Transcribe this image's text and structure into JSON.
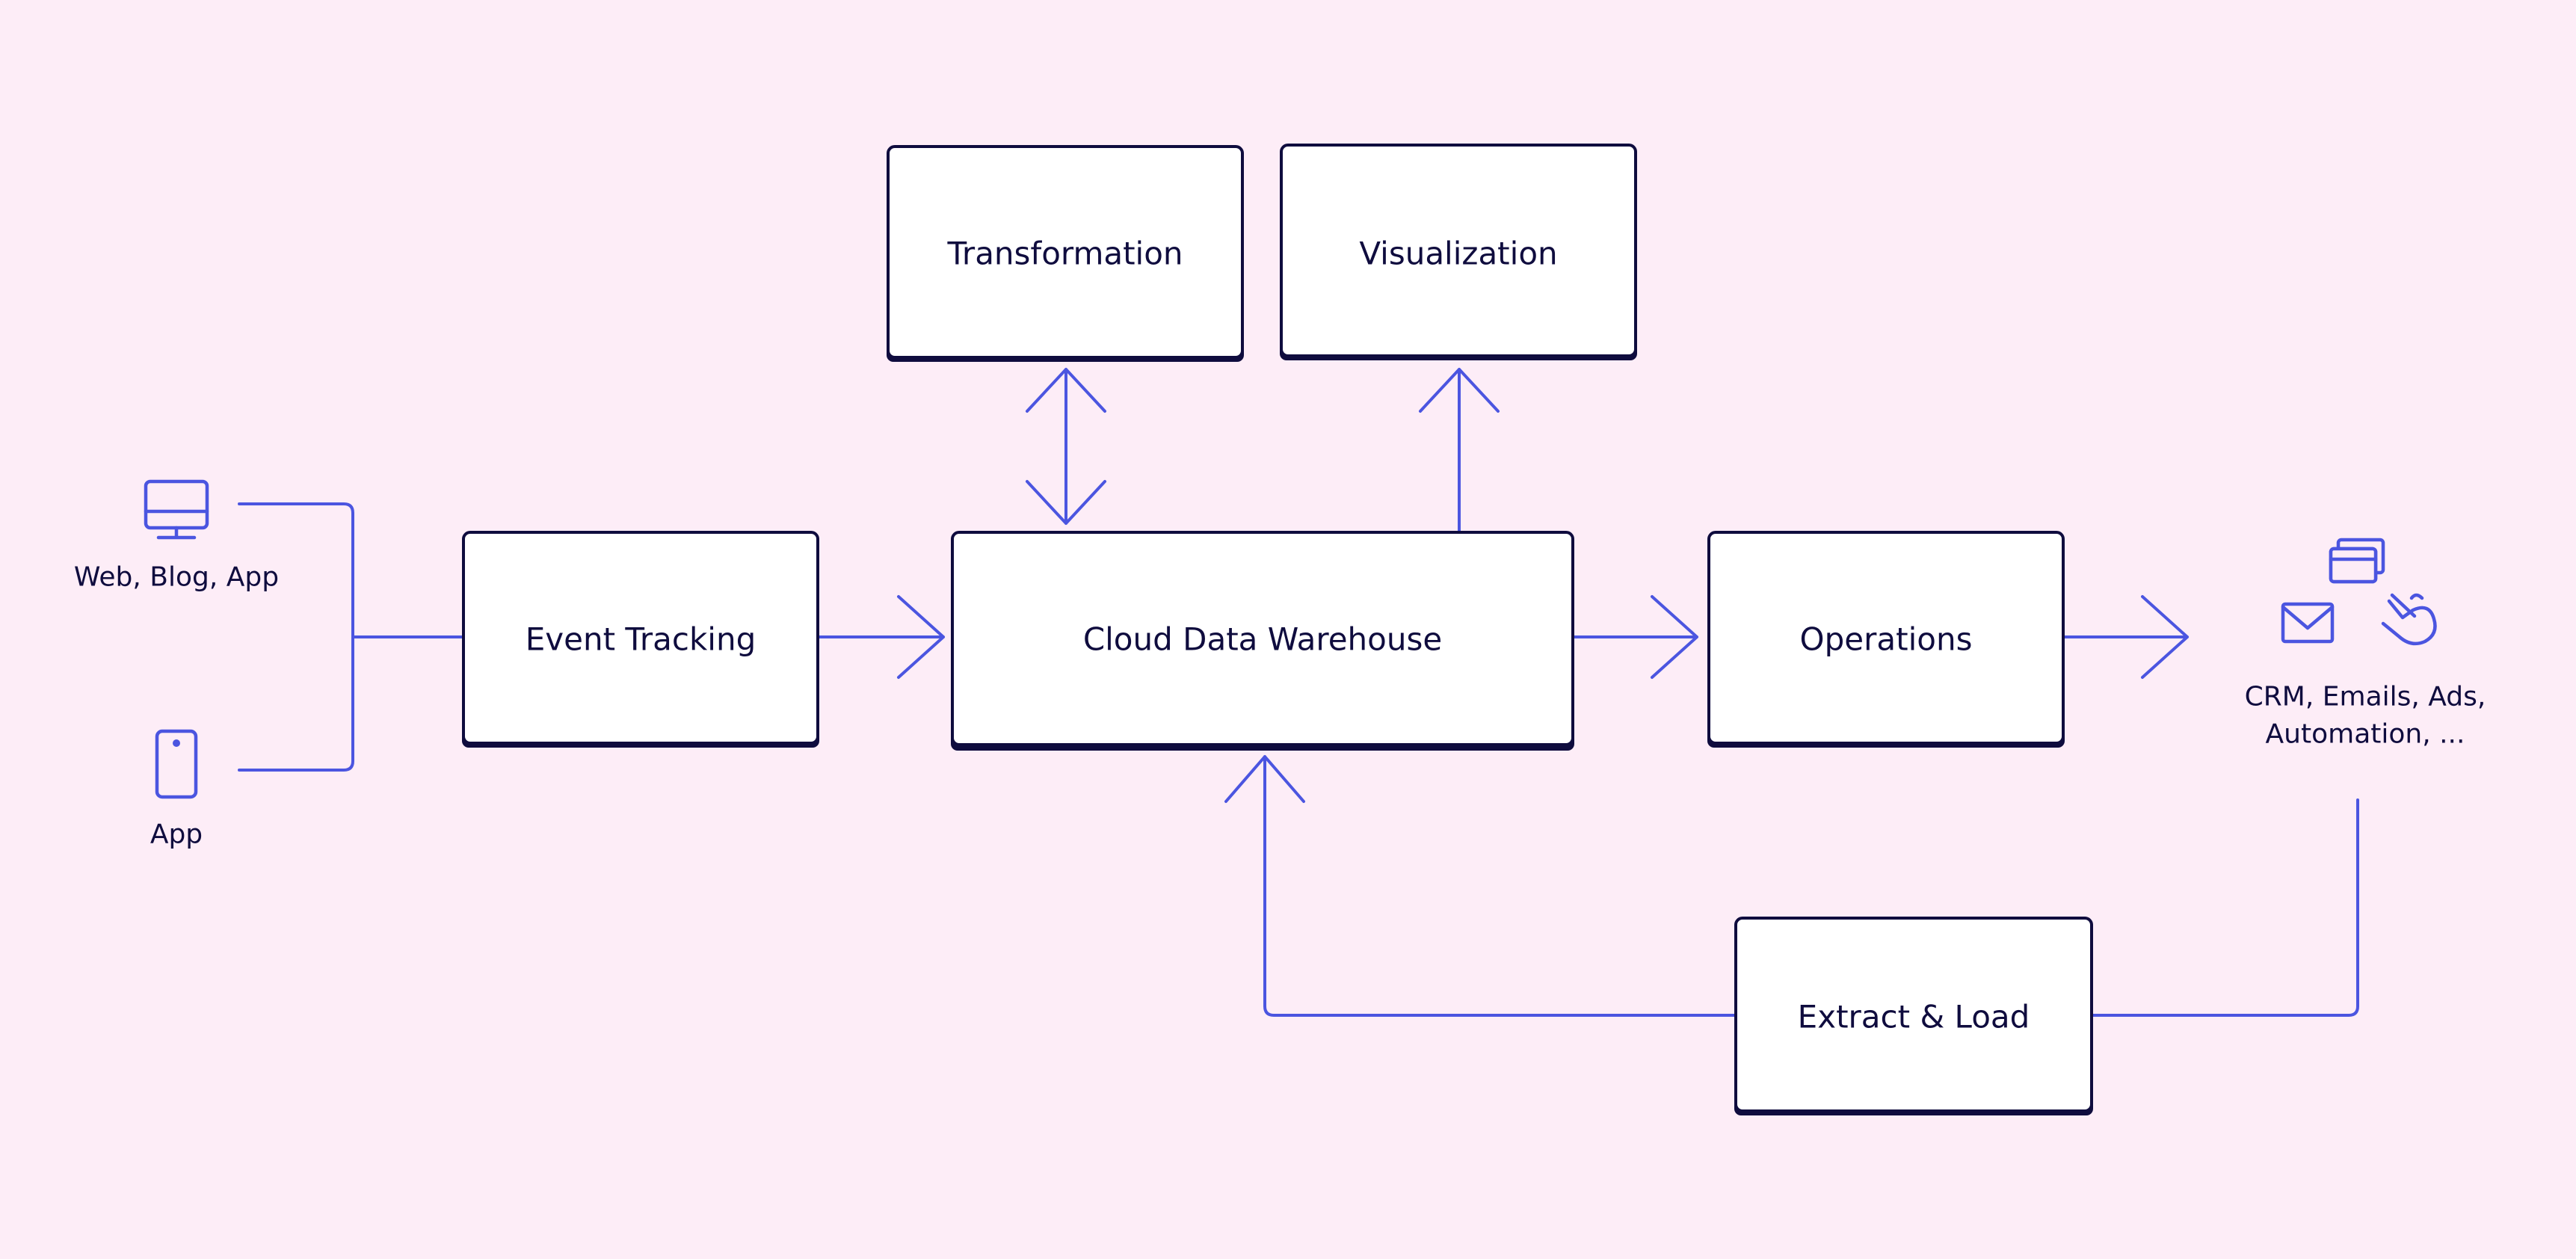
{
  "boxes": {
    "transformation": "Transformation",
    "visualization": "Visualization",
    "event_tracking": "Event Tracking",
    "cloud_data_warehouse": "Cloud Data Warehouse",
    "operations": "Operations",
    "extract_load": "Extract & Load"
  },
  "sources": {
    "web": "Web, Blog, App",
    "app": "App"
  },
  "destinations": {
    "line1": "CRM, Emails, Ads,",
    "line2": "Automation, ..."
  },
  "colors": {
    "background": "#FDEDF7",
    "box_border": "#0F0C3E",
    "connector": "#4B55E0",
    "text": "#0F0C3E"
  },
  "icons": {
    "web": "desktop-monitor-icon",
    "app": "smartphone-icon",
    "windows": "stacked-windows-icon",
    "email": "envelope-icon",
    "pointer": "hand-pointer-icon"
  }
}
